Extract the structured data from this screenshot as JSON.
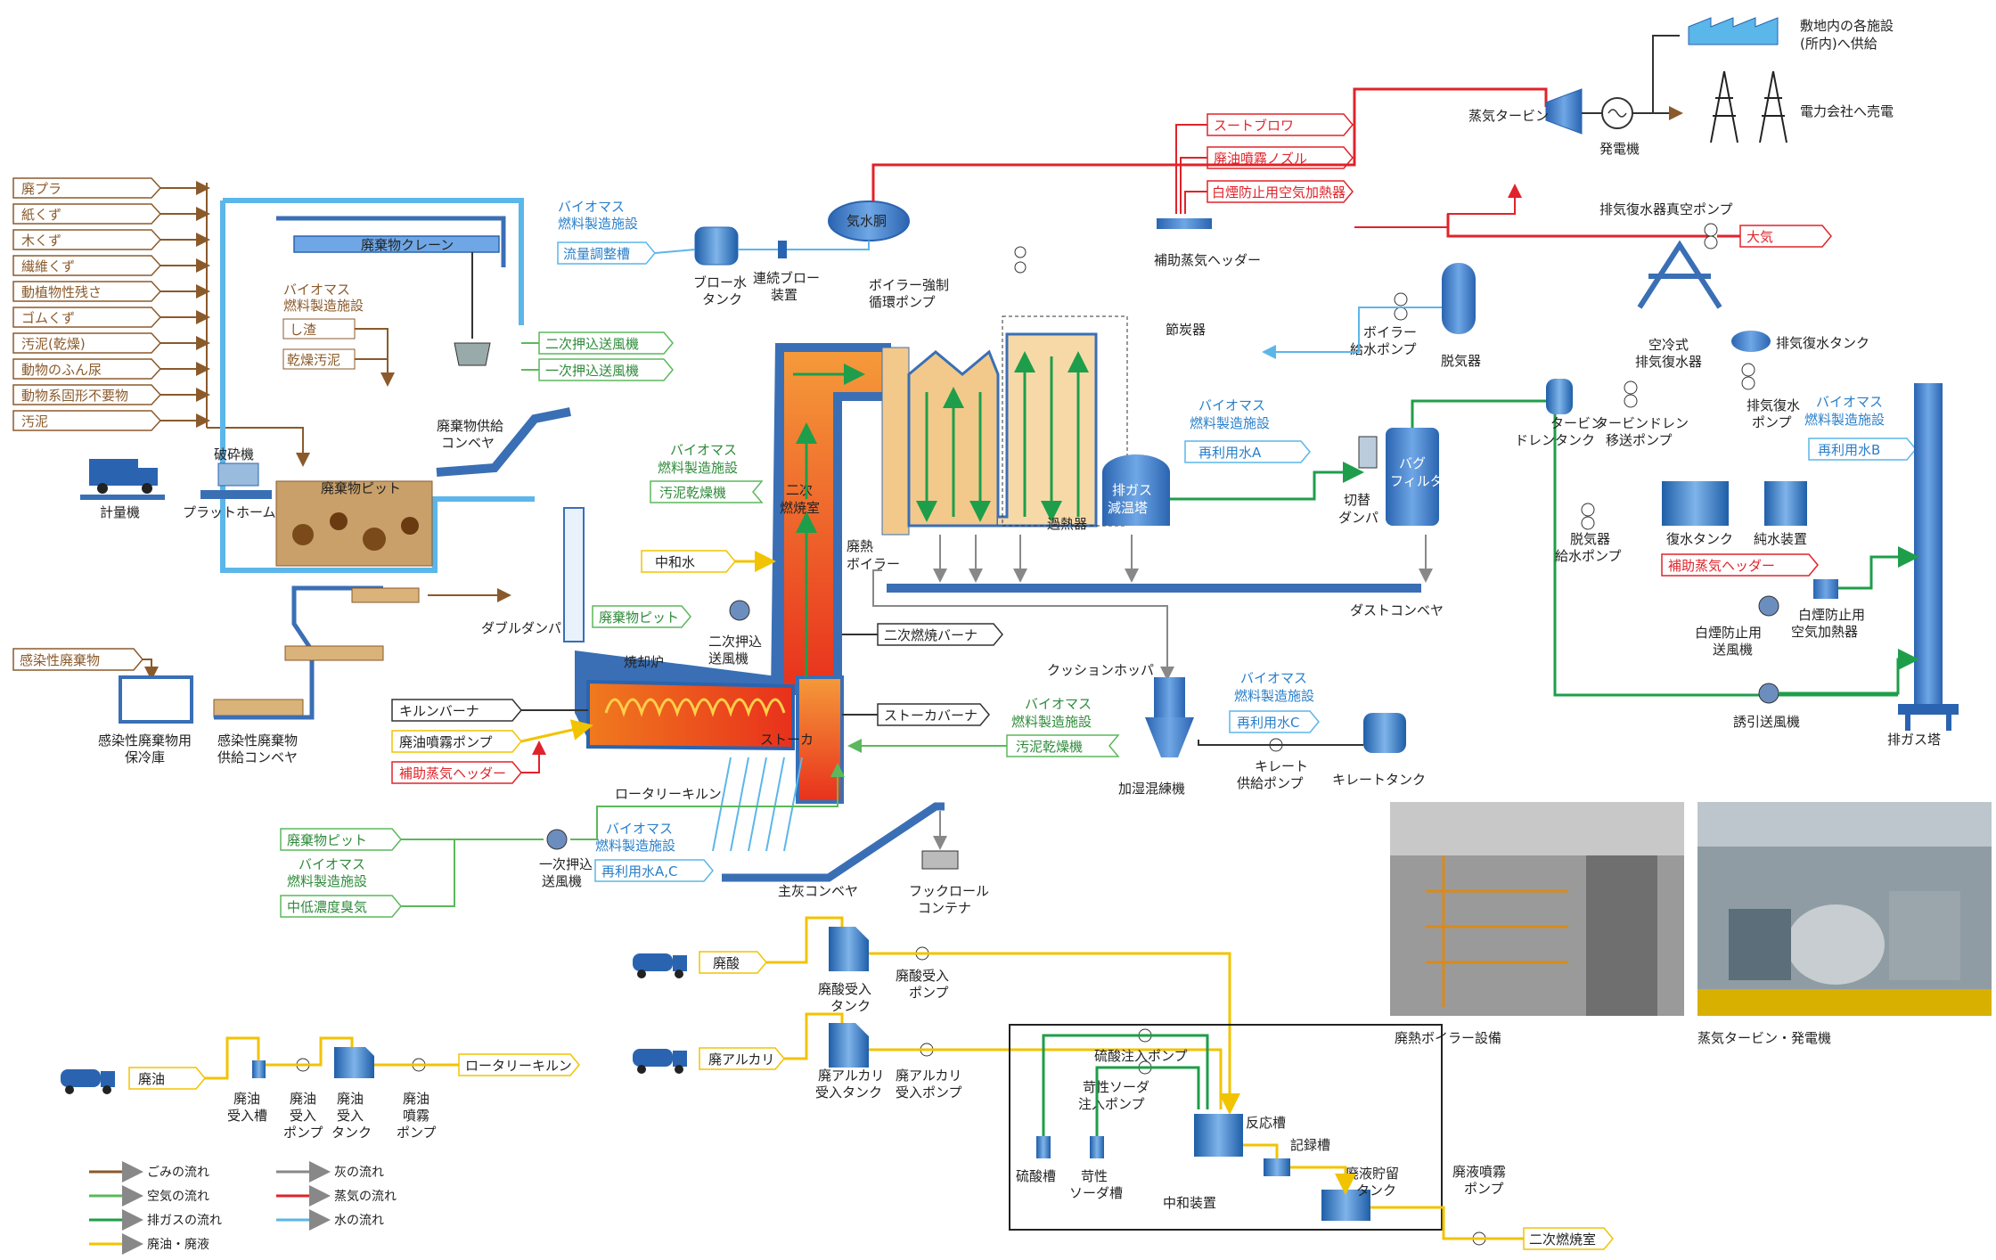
{
  "colors": {
    "waste": "#8b5a2b",
    "air": "#5cb85c",
    "exhaust": "#1e9e4a",
    "liquid": "#f2c300",
    "ash": "#888888",
    "steam": "#e0232a",
    "water": "#5bb6ea",
    "equip": "#3a6fb5",
    "equip_light": "#cfe4f5",
    "furnace": "#f2571d"
  },
  "waste_inputs": [
    "廃プラ",
    "紙くず",
    "木くず",
    "繊維くず",
    "動植物性残さ",
    "ゴムくず",
    "汚泥(乾燥)",
    "動物のふん尿",
    "動物系固形不要物",
    "汚泥"
  ],
  "pit_area": {
    "crane": "廃棄物クレーン",
    "biomass1": "バイオマス",
    "biomass2": "燃料製造施設",
    "sludge_residue": "し渣",
    "dry_sludge": "乾燥汚泥",
    "pit": "廃棄物ピット",
    "feed_conveyor1": "廃棄物供給",
    "feed_conveyor2": "コンベヤ",
    "crusher": "破砕機",
    "platform": "プラットホーム",
    "scale": "計量機",
    "secondary_fan": "二次押込送風機",
    "primary_fan": "一次押込送風機"
  },
  "infectious": {
    "input": "感染性廃棄物",
    "cold1": "感染性廃棄物用",
    "cold2": "保冷庫",
    "conv1": "感染性廃棄物",
    "conv2": "供給コンベヤ",
    "damper": "ダブルダンパ"
  },
  "kiln_area": {
    "kiln_burner": "キルンバーナ",
    "oil_pump": "廃油噴霧ポンプ",
    "aux_header": "補助蒸気ヘッダー",
    "rotary_kiln": "ロータリーキルン",
    "stoker": "ストーカ",
    "stoker_burner": "ストーカバーナ",
    "incinerator": "焼却炉",
    "secondary_chamber1": "二次",
    "secondary_chamber2": "燃焼室",
    "secondary_burner": "二次燃焼バーナ",
    "neutral_water": "中和水",
    "pit_air": "廃棄物ピット",
    "sec_fan1": "二次押込",
    "sec_fan2": "送風機",
    "biomass1": "バイオマス",
    "biomass2": "燃料製造施設",
    "sludge_dryer": "汚泥乾燥機",
    "biomass3": "バイオマス",
    "biomass4": "燃料製造施設",
    "sludge_dryer2": "汚泥乾燥機",
    "pit_air2": "廃棄物ピット",
    "biomass5": "バイオマス",
    "biomass6": "燃料製造施設",
    "odor": "中低濃度臭気",
    "prim_fan1": "一次押込",
    "prim_fan2": "送風機",
    "biomass7": "バイオマス",
    "biomass8": "燃料製造施設",
    "reuse_ac": "再利用水A,C",
    "main_ash_conv": "主灰コンベヤ",
    "hook_roll1": "フックロール",
    "hook_roll2": "コンテナ"
  },
  "boiler_area": {
    "steam_drum": "気水胴",
    "biomass1": "バイオマス",
    "biomass2": "燃料製造施設",
    "flow_tank": "流量調整槽",
    "blow_tank1": "ブロー水",
    "blow_tank2": "タンク",
    "cont_blow1": "連続ブロー",
    "cont_blow2": "装置",
    "circ_pump1": "ボイラー強制",
    "circ_pump2": "循環ポンプ",
    "economizer": "節炭器",
    "superheater": "過熱器",
    "waste_heat_boiler1": "廃熱",
    "waste_heat_boiler2": "ボイラー",
    "dust_conveyor": "ダストコンベヤ",
    "gas_cooler1": "排ガス",
    "gas_cooler2": "減温塔",
    "biomass3": "バイオマス",
    "biomass4": "燃料製造施設",
    "reuse_a": "再利用水A",
    "bag1": "バグ",
    "bag2": "フィルタ",
    "switch_damper1": "切替",
    "switch_damper2": "ダンパ",
    "feed_pump1": "ボイラー",
    "feed_pump2": "給水ポンプ",
    "deaerator": "脱気器",
    "cushion_hopper": "クッションホッパ",
    "humid_mixer": "加湿混練機",
    "biomass5": "バイオマス",
    "biomass6": "燃料製造施設",
    "reuse_c": "再利用水C",
    "chelate_pump1": "キレート",
    "chelate_pump2": "供給ポンプ",
    "chelate_tank": "キレートタンク"
  },
  "steam_area": {
    "soot_blower": "スートブロワ",
    "oil_nozzle": "廃油噴霧ノズル",
    "plume_heater": "白煙防止用空気加熱器",
    "aux_header": "補助蒸気ヘッダー",
    "turbine": "蒸気タービン",
    "generator": "発電機",
    "supply1": "敷地内の各施設",
    "supply2": "(所内)へ供給",
    "sell": "電力会社へ売電",
    "vacuum_pump": "排気復水器真空ポンプ",
    "atmosphere": "大気",
    "air_condenser1": "空冷式",
    "air_condenser2": "排気復水器",
    "cond_tank": "排気復水タンク",
    "cond_pump1": "排気復水",
    "cond_pump2": "ポンプ",
    "drain_tank1": "タービン",
    "drain_tank2": "ドレンタンク",
    "drain_pump1": "タービンドレン",
    "drain_pump2": "移送ポンプ",
    "biomass1": "バイオマス",
    "biomass2": "燃料製造施設",
    "reuse_b": "再利用水B",
    "deaer_pump1": "脱気器",
    "deaer_pump2": "給水ポンプ",
    "cond_water_tank": "復水タンク",
    "pure_water": "純水装置",
    "aux_header2": "補助蒸気ヘッダー",
    "plume_fan1": "白煙防止用",
    "plume_fan2": "送風機",
    "plume_heater1": "白煙防止用",
    "plume_heater2": "空気加熱器",
    "induced_fan": "誘引送風機",
    "stack": "排ガス塔"
  },
  "liquid_area": {
    "acid": "廃酸",
    "acid_tank1": "廃酸受入",
    "acid_tank2": "タンク",
    "acid_pump1": "廃酸受入",
    "acid_pump2": "ポンプ",
    "alkali": "廃アルカリ",
    "alk_tank1": "廃アルカリ",
    "alk_tank2": "受入タンク",
    "alk_pump1": "廃アルカリ",
    "alk_pump2": "受入ポンプ",
    "oil": "廃油",
    "oil_recv1": "廃油",
    "oil_recv2": "受入槽",
    "oil_pump1": "廃油",
    "oil_pump2": "受入",
    "oil_pump3": "ポンプ",
    "oil_tank1": "廃油",
    "oil_tank2": "受入",
    "oil_tank3": "タンク",
    "oil_spray1": "廃油",
    "oil_spray2": "噴霧",
    "oil_spray3": "ポンプ",
    "to_kiln": "ロータリーキルン",
    "h2so4_pump": "硫酸注入ポンプ",
    "naoh_pump1": "苛性ソーダ",
    "naoh_pump2": "注入ポンプ",
    "reactor": "反応槽",
    "recorder": "記録槽",
    "h2so4_tank": "硫酸槽",
    "naoh_tank1": "苛性",
    "naoh_tank2": "ソーダ槽",
    "storage1": "廃液貯留",
    "storage2": "タンク",
    "neutralizer": "中和装置",
    "spray_pump1": "廃液噴霧",
    "spray_pump2": "ポンプ",
    "to_secondary": "二次燃焼室"
  },
  "photos": {
    "boiler": "廃熱ボイラー設備",
    "turbine": "蒸気タービン・発電機"
  },
  "legend": [
    {
      "label": "ごみの流れ",
      "color": "#8b5a2b"
    },
    {
      "label": "灰の流れ",
      "color": "#888888"
    },
    {
      "label": "空気の流れ",
      "color": "#5cb85c"
    },
    {
      "label": "蒸気の流れ",
      "color": "#e0232a"
    },
    {
      "label": "排ガスの流れ",
      "color": "#1e9e4a"
    },
    {
      "label": "水の流れ",
      "color": "#5bb6ea"
    },
    {
      "label": "廃油・廃液",
      "color": "#f2c300"
    }
  ]
}
